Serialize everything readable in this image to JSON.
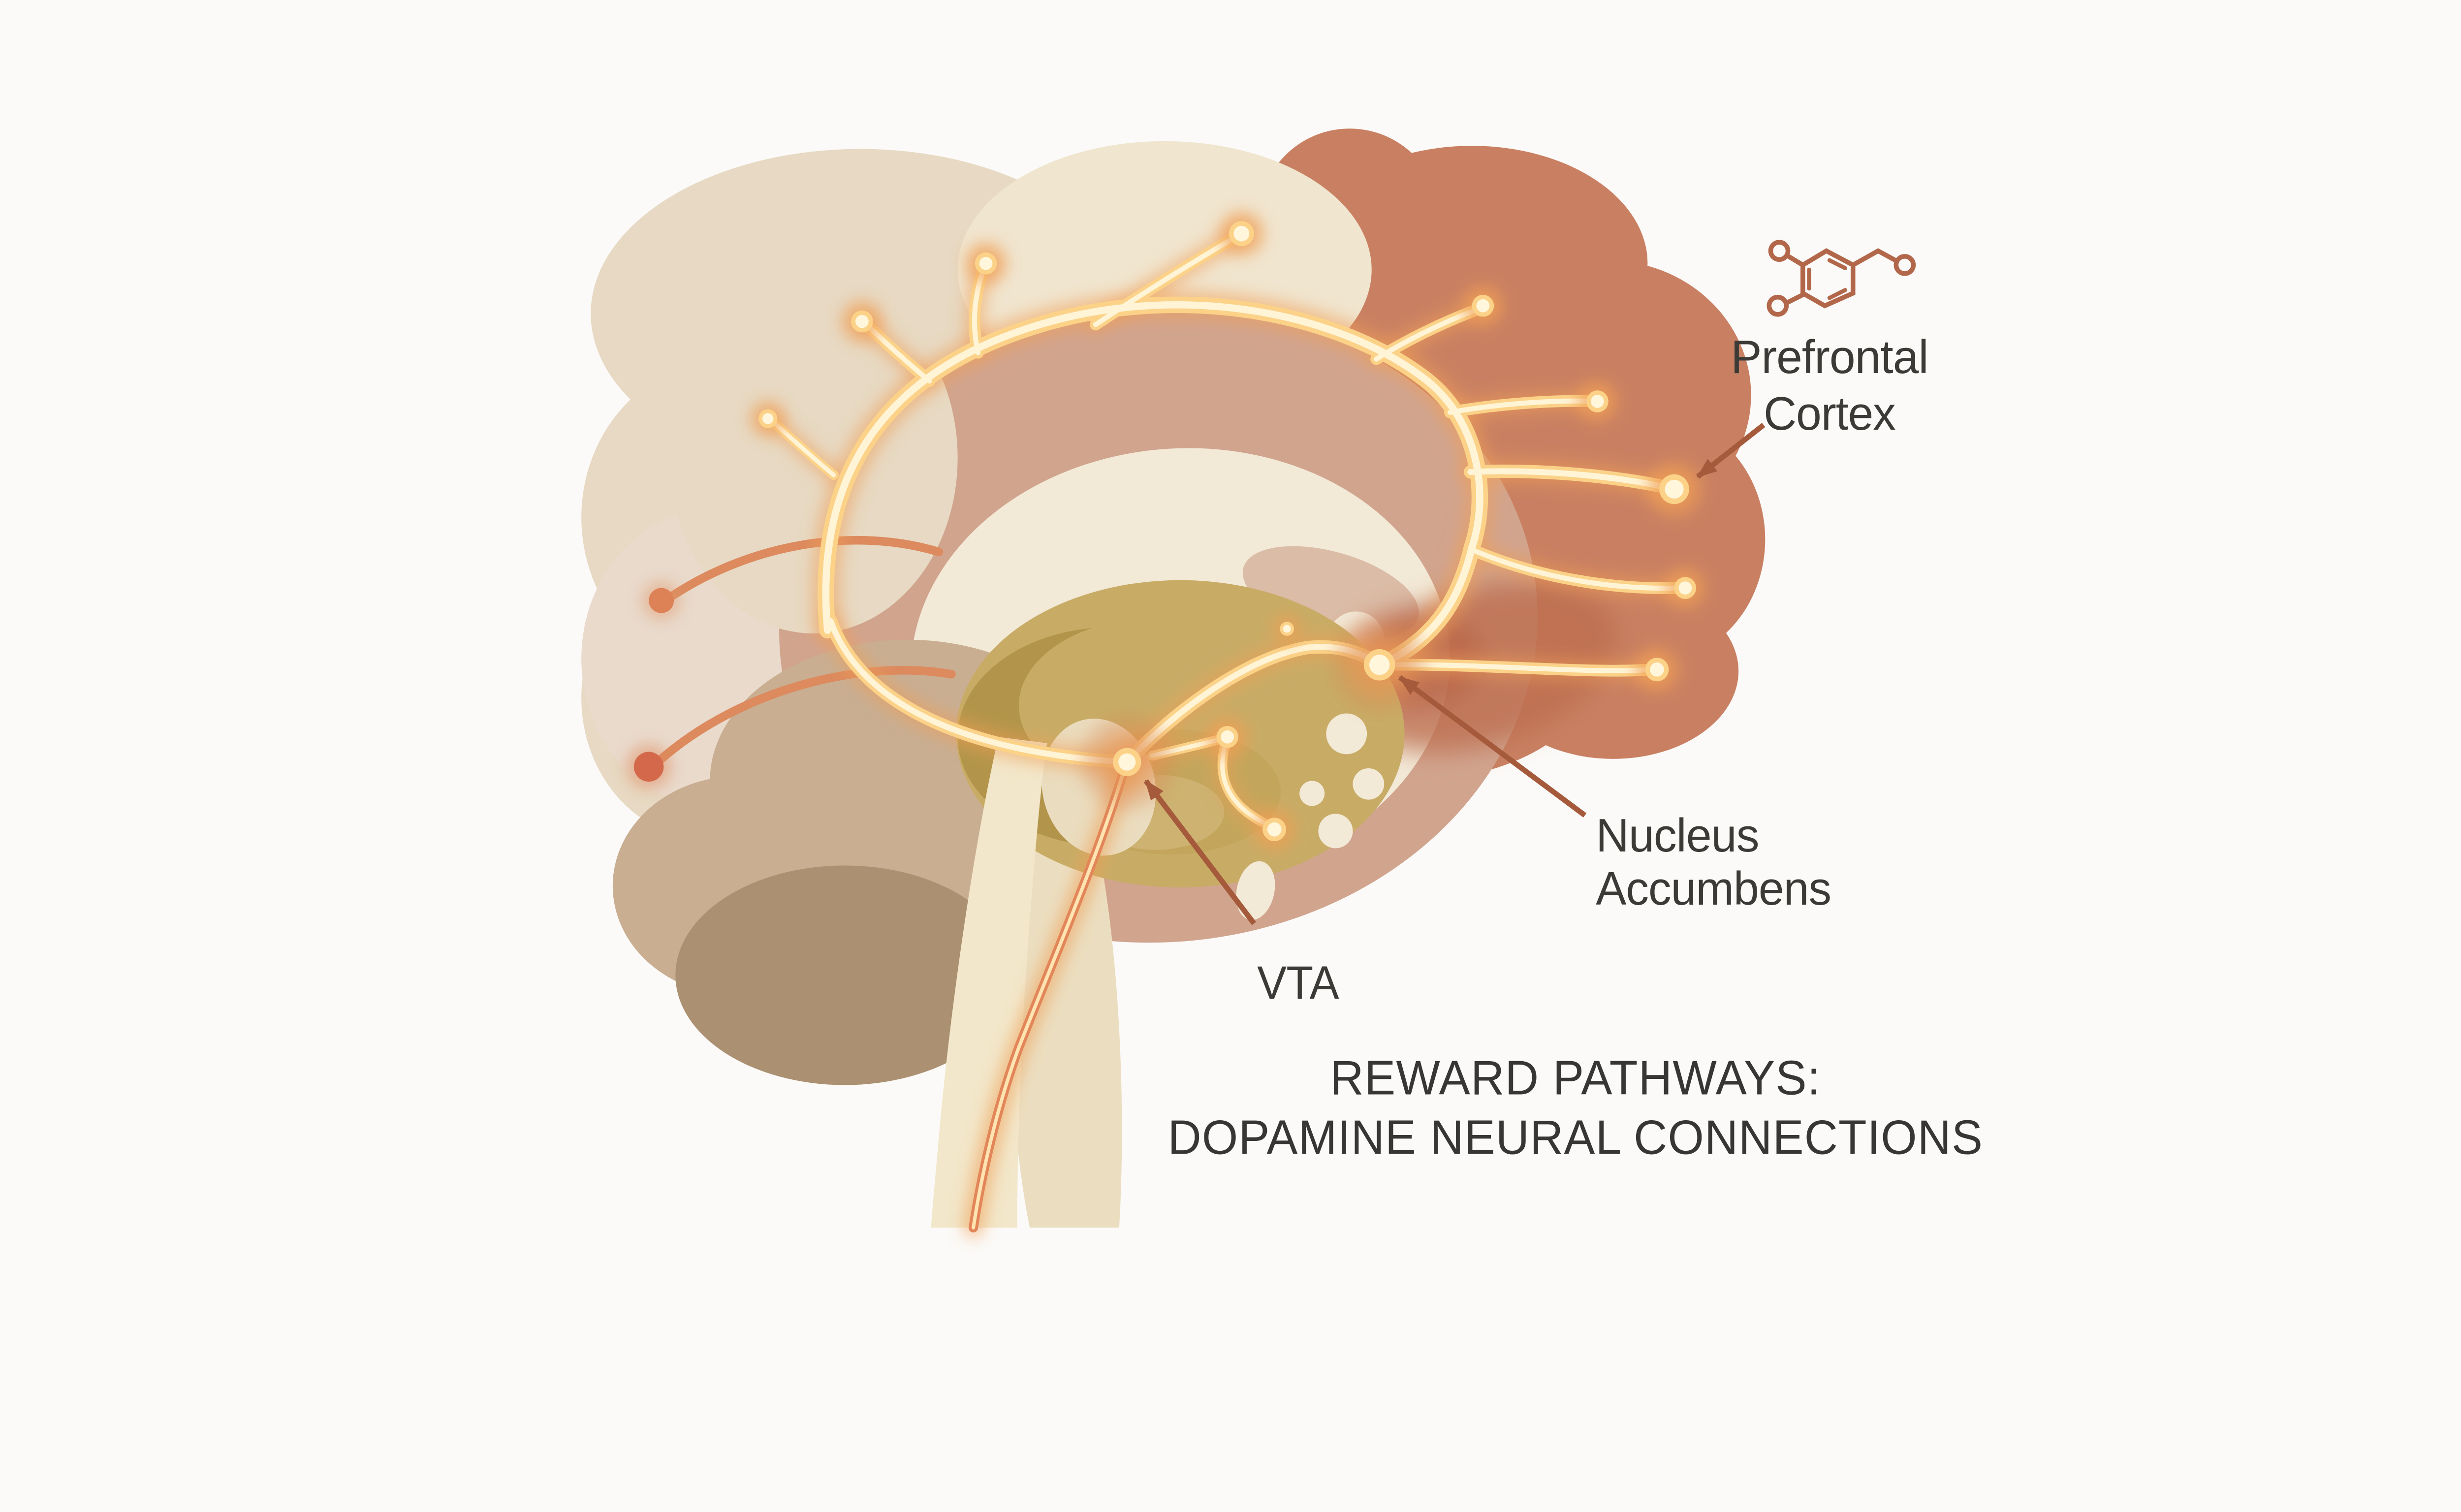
{
  "figure": {
    "type": "brain-sagittal-illustration",
    "subject": "dopamine reward pathway"
  },
  "title": {
    "line1": "REWARD PATHWAYS:",
    "line2": "DOPAMINE NEURAL CONNECTIONS"
  },
  "labels": {
    "prefrontal_cortex": {
      "line1": "Prefrontal",
      "line2": "Cortex"
    },
    "nucleus_accumbens": {
      "line1": "Nucleus",
      "line2": "Accumbens"
    },
    "vta": "VTA"
  },
  "icons": {
    "dopamine_molecule": "dopamine-molecule-icon"
  },
  "colors": {
    "background": "#fbfaf8",
    "cortex_beige": "#e7d9c3",
    "frontal_terracotta": "#c98062",
    "cingulate_rose": "#d1a48e",
    "inner_cream": "#f2e9d7",
    "limbic_olive": "#c8ac66",
    "cerebellum_taupe": "#ab9071",
    "pathway_glow_gold": "#fbd288",
    "pathway_core": "#fff4d6",
    "annotation_accent": "#a55a3b",
    "text": "#3c3a37"
  }
}
